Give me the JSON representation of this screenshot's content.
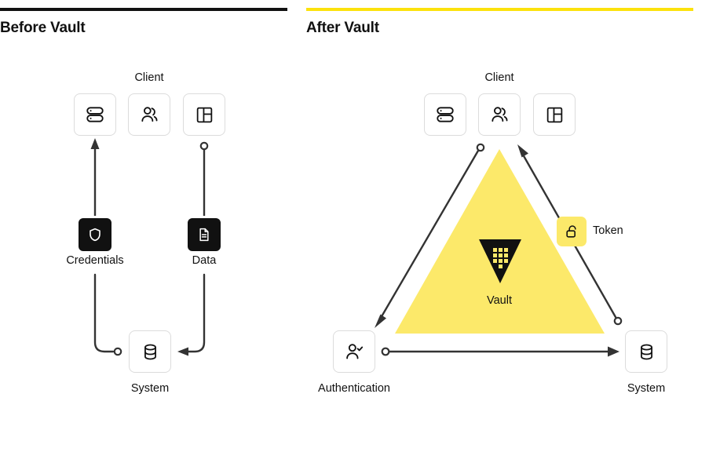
{
  "meta": {
    "accent_color": "#FCE20C",
    "triangle_color": "#FCE96A",
    "dark_color": "#111111",
    "line_color": "#333333",
    "box_border_color": "#DCDCDC"
  },
  "panels": [
    {
      "id": "before",
      "title": "Before Vault",
      "rule_color": "#111111",
      "client_group_label": "Client",
      "client_icons": [
        {
          "name": "server-stack-icon",
          "label": "Server"
        },
        {
          "name": "users-icon",
          "label": "Users"
        },
        {
          "name": "dashboard-layout-icon",
          "label": "Dashboard"
        }
      ],
      "nodes": [
        {
          "name": "credentials",
          "label": "Credentials",
          "icon": "shield-icon",
          "style": "filled"
        },
        {
          "name": "data",
          "label": "Data",
          "icon": "document-icon",
          "style": "filled"
        },
        {
          "name": "system",
          "label": "System",
          "icon": "database-icon",
          "style": "outline"
        }
      ],
      "connectors": [
        {
          "name": "credentials-to-client",
          "from": "credentials",
          "to": "client",
          "start": "none",
          "end": "arrow"
        },
        {
          "name": "client-to-data",
          "from": "client",
          "to": "data",
          "start": "dot",
          "end": "none"
        },
        {
          "name": "credentials-to-system",
          "from": "credentials",
          "to": "system",
          "start": "none",
          "end": "dot"
        },
        {
          "name": "data-to-system",
          "from": "data",
          "to": "system",
          "start": "none",
          "end": "arrow"
        }
      ]
    },
    {
      "id": "after",
      "title": "After Vault",
      "rule_color": "#FCE20C",
      "client_group_label": "Client",
      "client_icons": [
        {
          "name": "server-stack-icon",
          "label": "Server"
        },
        {
          "name": "users-icon",
          "label": "Users"
        },
        {
          "name": "dashboard-layout-icon",
          "label": "Dashboard"
        }
      ],
      "vault_label": "Vault",
      "token_label": "Token",
      "token_icon": "unlocked-padlock-icon",
      "nodes": [
        {
          "name": "authentication",
          "label": "Authentication",
          "icon": "user-check-icon",
          "style": "outline"
        },
        {
          "name": "system",
          "label": "System",
          "icon": "database-icon",
          "style": "outline"
        }
      ],
      "connectors": [
        {
          "name": "client-to-authentication",
          "from": "client",
          "to": "authentication",
          "start": "dot",
          "end": "arrow"
        },
        {
          "name": "system-to-client",
          "from": "system",
          "to": "client",
          "start": "dot",
          "end": "arrow"
        },
        {
          "name": "authentication-to-system",
          "from": "authentication",
          "to": "system",
          "start": "dot",
          "end": "arrow"
        }
      ]
    }
  ]
}
